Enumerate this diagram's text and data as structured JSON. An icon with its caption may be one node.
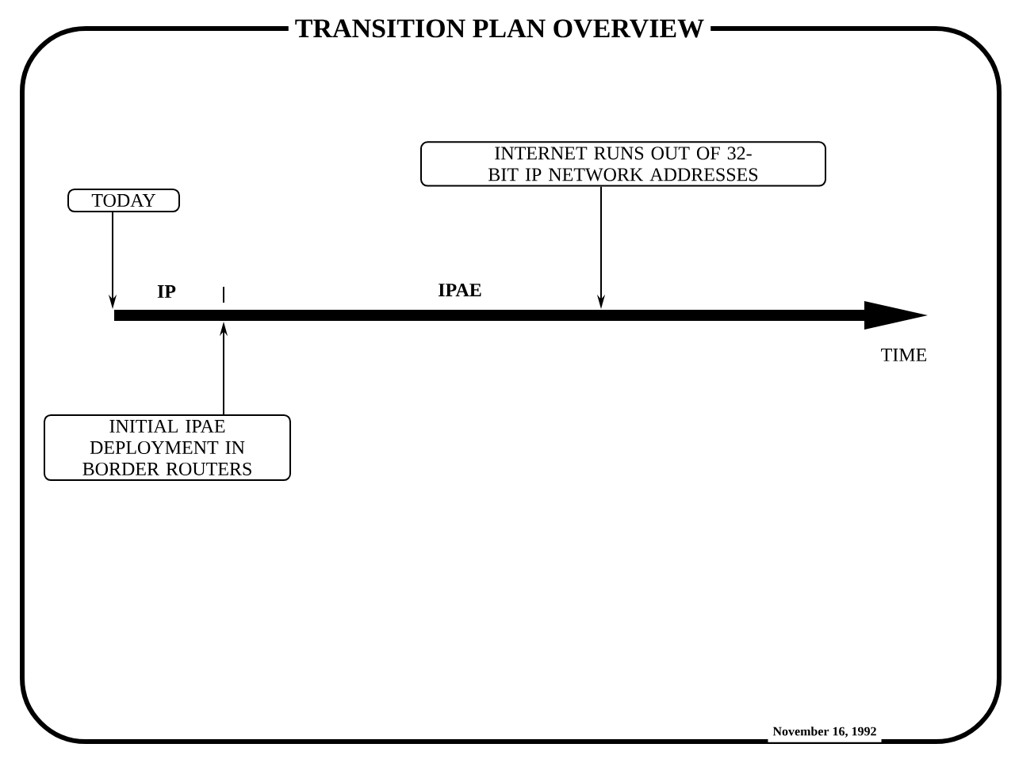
{
  "diagram": {
    "title": "TRANSITION PLAN OVERVIEW",
    "nodes": [
      {
        "text": [
          "TODAY"
        ]
      },
      {
        "text": [
          "INTERNET RUNS OUT OF 32-BIT IP NETWORK ADDRESSES"
        ]
      },
      {
        "text": [
          "INITIAL IPAE DEPLOYMENT IN BORDER ROUTERS"
        ]
      },
      {
        "text": [],
        "shape": "arrow"
      }
    ],
    "edges": [
      {
        "from": 0,
        "to": 3,
        "arrow": "to"
      },
      {
        "from": 1,
        "to": 3,
        "arrow": "to"
      },
      {
        "from": 2,
        "to": 3,
        "arrow": "to"
      }
    ],
    "labels": [
      "IP",
      "IPAE",
      "TIME",
      "November 16, 1992"
    ]
  }
}
